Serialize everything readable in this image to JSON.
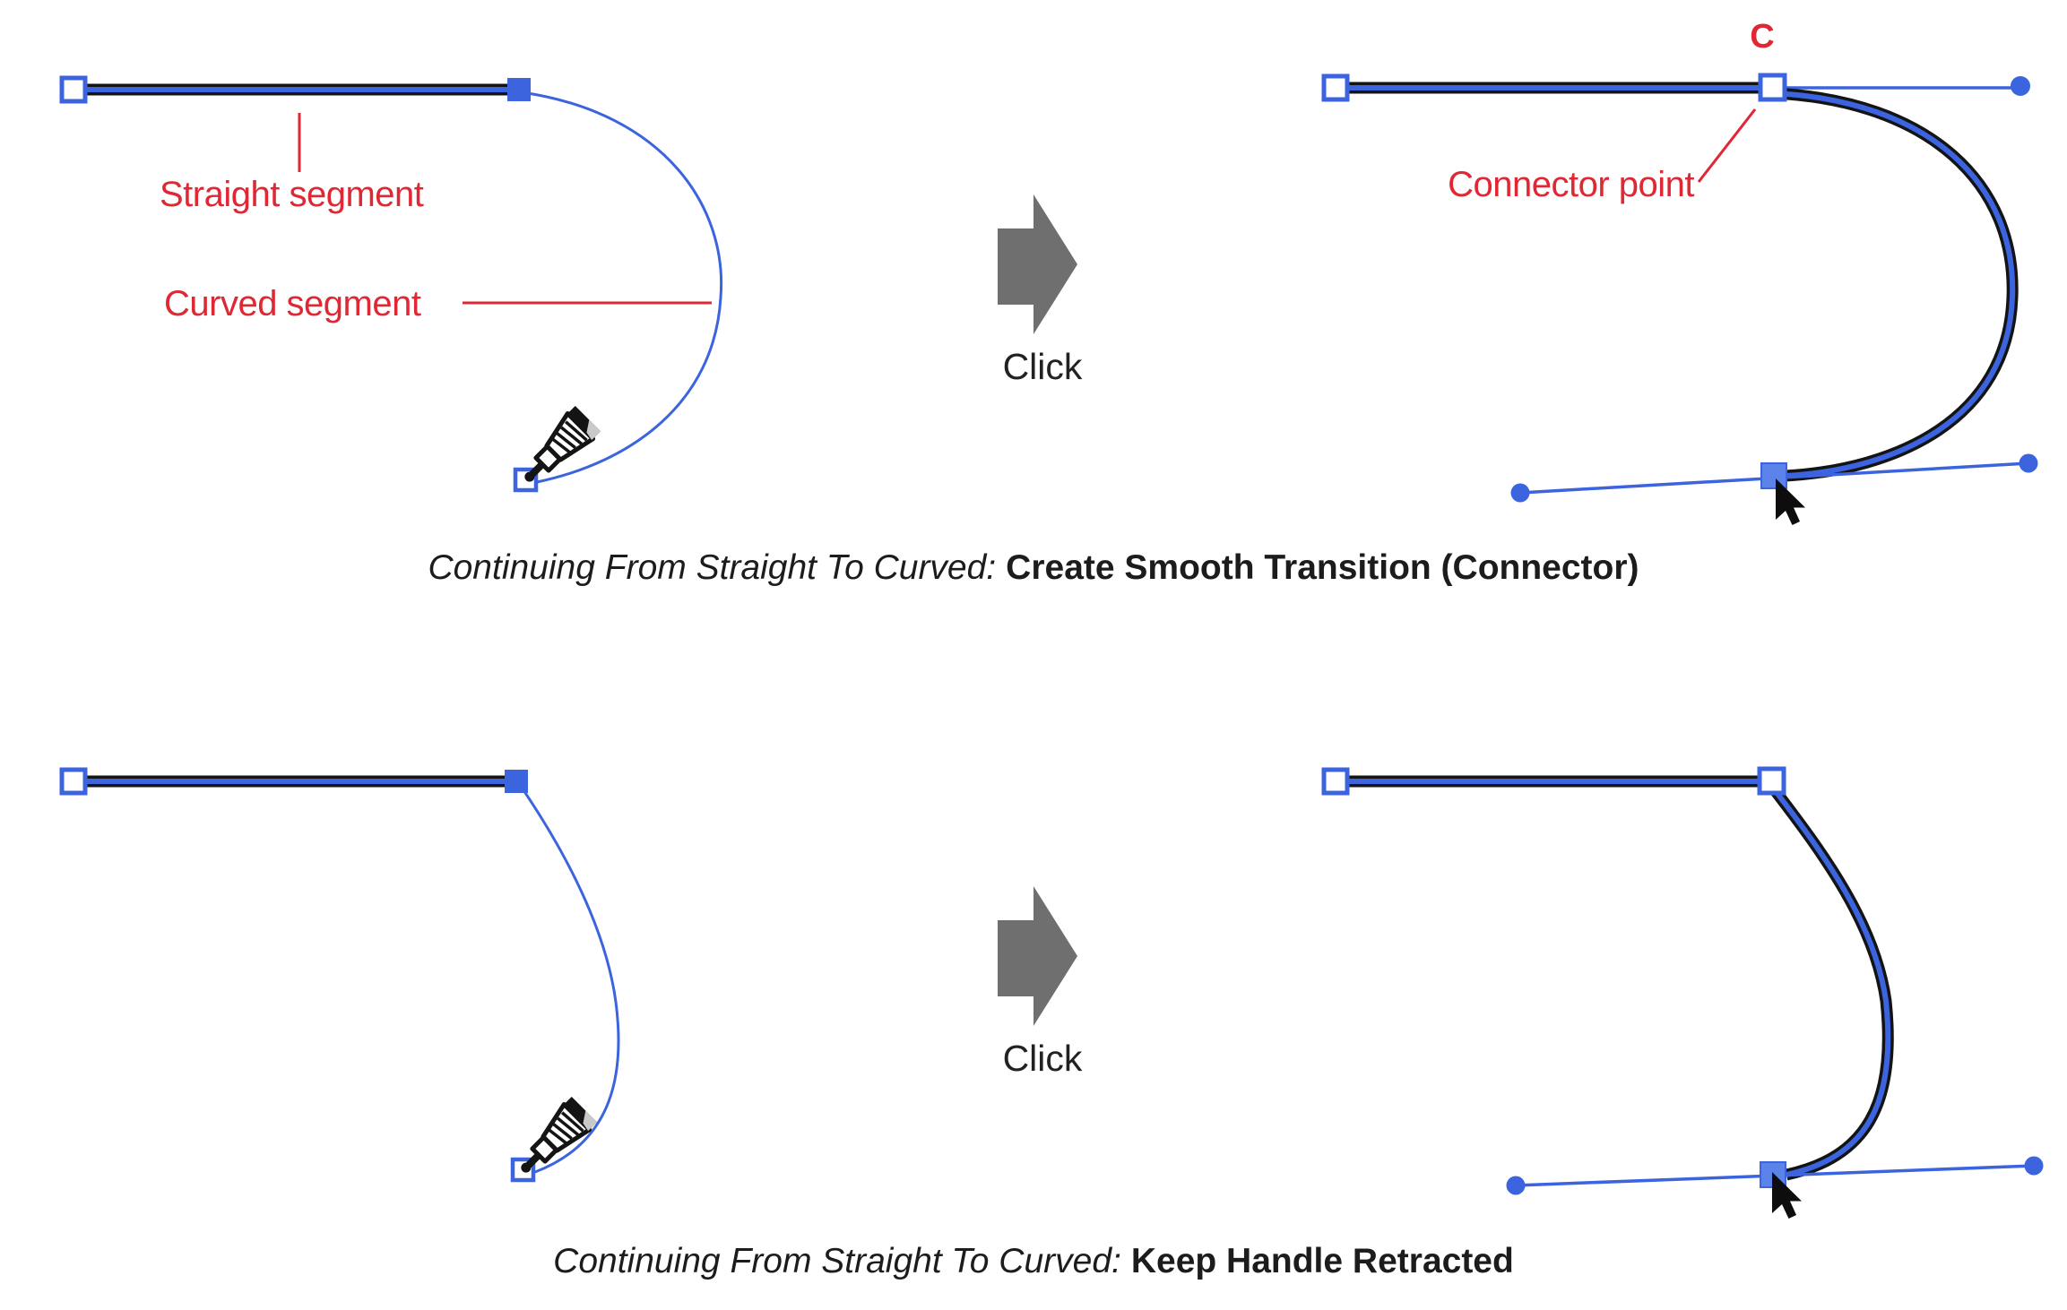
{
  "colors": {
    "blue": "#3b64de",
    "blue_light": "#5b83ea",
    "red": "#e02734",
    "gray_arrow": "#6f6f6f",
    "ink": "#141414",
    "text": "#1c1c1c",
    "bg": "#ffffff"
  },
  "labels": {
    "straight_segment": "Straight segment",
    "curved_segment": "Curved segment",
    "connector_point": "Connector point",
    "connector_key": "C",
    "click_top": "Click",
    "click_bottom": "Click"
  },
  "captions": {
    "top_italic": "Continuing From Straight To Curved:",
    "top_bold": "Create Smooth Transition (Connector)",
    "bottom_italic": "Continuing From Straight To Curved:",
    "bottom_bold": "Keep Handle Retracted"
  },
  "icons": [
    "pen-tool-cursor-icon",
    "mouse-pointer-icon",
    "arrow-right-icon"
  ]
}
